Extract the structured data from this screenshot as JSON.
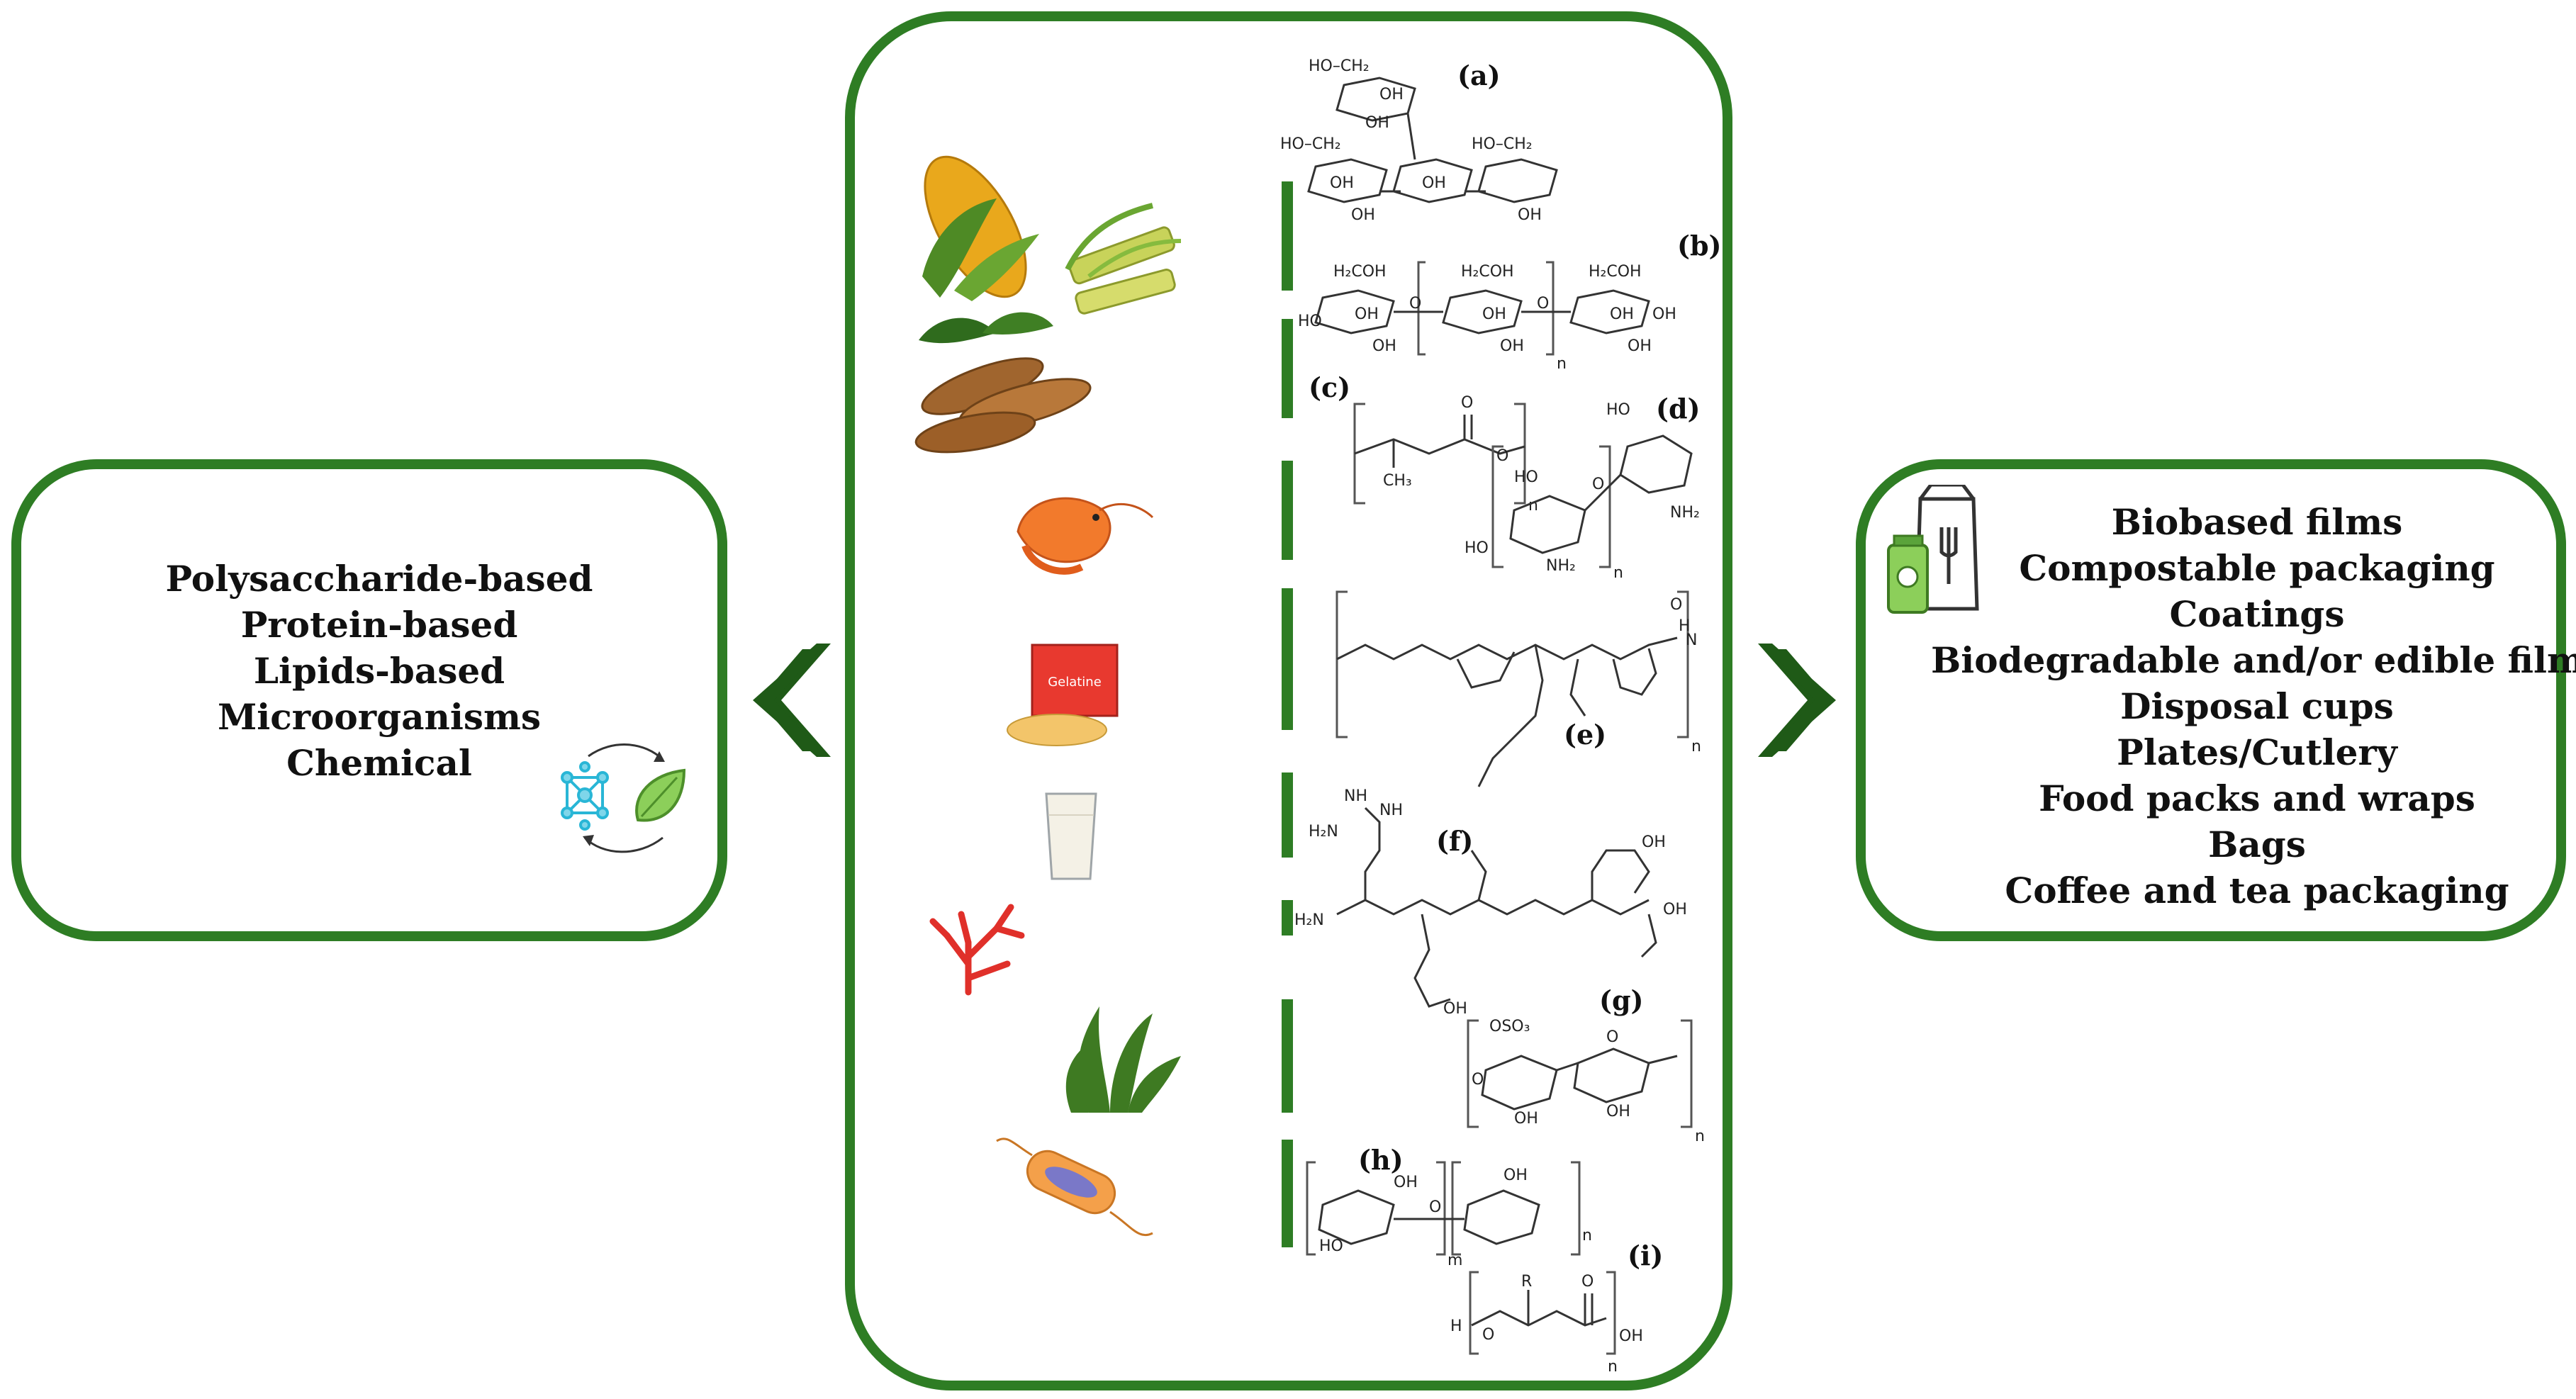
{
  "left_panel": {
    "items": [
      "Polysaccharide-based",
      "Protein-based",
      "Lipids-based",
      "Microorganisms",
      "Chemical"
    ]
  },
  "right_panel": {
    "items": [
      "Biobased films",
      "Compostable packaging",
      "Coatings",
      "Biodegradable and/or edible films",
      "Disposal cups",
      "Plates/Cutlery",
      "Food packs and wraps",
      "Bags",
      "Coffee and tea packaging"
    ]
  },
  "center_panel": {
    "structure_labels": [
      "(a)",
      "(b)",
      "(c)",
      "(d)",
      "(e)",
      "(f)",
      "(g)",
      "(h)",
      "(i)"
    ],
    "gelatine_box_label": "Gelatine",
    "chem": {
      "a_groups": [
        "HO–CH₂",
        "OH",
        "OH",
        "HO–CH₂",
        "HO–CH₂",
        "OH",
        "OH",
        "OH",
        "OH"
      ],
      "b_groups": [
        "H₂COH",
        "H₂COH",
        "H₂COH",
        "OH",
        "OH",
        "OH",
        "OH",
        "OH",
        "OH",
        "OH",
        "HO",
        "O",
        "O",
        "n"
      ],
      "c_groups": [
        "O",
        "O",
        "CH₃",
        "n"
      ],
      "d_groups": [
        "HO",
        "HO",
        "O",
        "HO",
        "NH₂",
        "NH₂",
        "n"
      ],
      "e_groups": [
        "H",
        "N",
        "O",
        "n"
      ],
      "f_groups": [
        "NH",
        "H₂N",
        "NH",
        "H₂N",
        "OH",
        "OH",
        "OH"
      ],
      "g_groups": [
        "OSO₃",
        "OH",
        "OH",
        "O",
        "O",
        "n"
      ],
      "h_groups": [
        "OH",
        "HO",
        "OH",
        "O",
        "m",
        "n"
      ],
      "i_groups": [
        "R",
        "O",
        "H",
        "O",
        "OH",
        "n"
      ]
    }
  },
  "colors": {
    "panel_border": "#2e7d24",
    "chevron": "#1f5a17",
    "divider": "#2e7d24"
  },
  "icons": [
    "cycle-atom-leaf-icon",
    "packaging-icon",
    "corn-icon",
    "sugarcane-icon",
    "cassava-icon",
    "shrimp-icon",
    "gelatine-icon",
    "milk-glass-icon",
    "red-coral-icon",
    "seaweed-icon",
    "bacterium-icon"
  ]
}
